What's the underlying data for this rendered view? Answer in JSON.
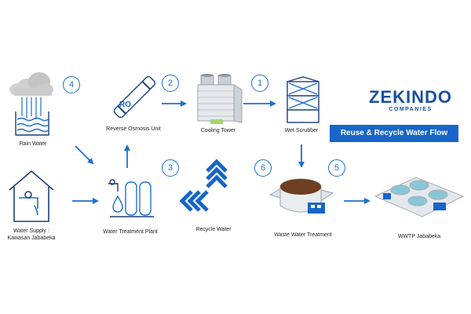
{
  "nodes": {
    "rain_water": "Rain Water",
    "water_supply_line1": "Water Supply :",
    "water_supply_line2": "Kawasan Jababeka",
    "reverse_osmosis": "Reverse Osmosis Unit",
    "ro_badge": "RO",
    "cooling_tower": "Cooling Tower",
    "wet_scrubber": "Wet Scrubber",
    "water_treatment_plant": "Water Treatment Plant",
    "recycle_water": "Recycle Water",
    "waste_water_treatment": "Waste Water Treatment",
    "wwtp": "WWTP Jababeka"
  },
  "steps": [
    "1",
    "2",
    "3",
    "4",
    "5",
    "6"
  ],
  "brand": {
    "name": "ZEKINDO",
    "subtitle": "COMPANIES",
    "banner": "Reuse & Recycle Water Flow"
  },
  "colors": {
    "primary_blue": "#1766c7",
    "navy": "#1b4f9c",
    "arrow_blue": "#1d6fd1",
    "icon_gray": "#9aa3ad",
    "cloud_gray": "#c8c8c8"
  }
}
